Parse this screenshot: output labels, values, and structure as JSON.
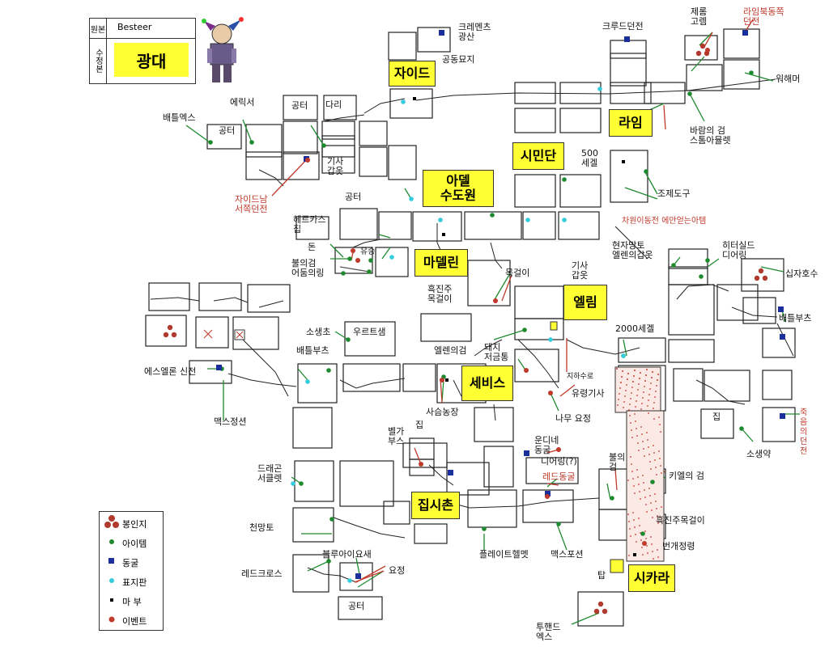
{
  "header": {
    "original_label": "원본",
    "original_value": "Besteer",
    "modified_label": "수정본",
    "modified_value": "광대"
  },
  "towns": [
    {
      "id": "zaid",
      "name": "자이드"
    },
    {
      "id": "line",
      "name": "라임"
    },
    {
      "id": "simindan",
      "name": "시민단"
    },
    {
      "id": "adel",
      "name": "아델\n수도원"
    },
    {
      "id": "madelin",
      "name": "마델린"
    },
    {
      "id": "elim",
      "name": "엘림"
    },
    {
      "id": "sebis",
      "name": "세비스"
    },
    {
      "id": "jipsi",
      "name": "집시촌"
    },
    {
      "id": "sikara",
      "name": "시카라"
    }
  ],
  "labels": [
    {
      "id": "l1",
      "text": "크레멘츠\n광산"
    },
    {
      "id": "l2",
      "text": "공동묘지"
    },
    {
      "id": "l3",
      "text": "크루드던전"
    },
    {
      "id": "l4",
      "text": "제롬\n고렘"
    },
    {
      "id": "l5",
      "text": "라임북동쪽\n던전",
      "red": true
    },
    {
      "id": "l6",
      "text": "워해머"
    },
    {
      "id": "l7",
      "text": "에릭서"
    },
    {
      "id": "l8",
      "text": "공터"
    },
    {
      "id": "l9",
      "text": "다리"
    },
    {
      "id": "l10",
      "text": "배틀엑스"
    },
    {
      "id": "l11",
      "text": "공터"
    },
    {
      "id": "l12",
      "text": "바람의 검\n스톰아뮬렛"
    },
    {
      "id": "l13",
      "text": "500\n세겔"
    },
    {
      "id": "l14",
      "text": "기사\n갑옷"
    },
    {
      "id": "l15",
      "text": "자이드남\n서쪽던전",
      "red": true
    },
    {
      "id": "l16",
      "text": "공터"
    },
    {
      "id": "l17",
      "text": "조제도구"
    },
    {
      "id": "l18",
      "text": "헤르카스\n집"
    },
    {
      "id": "l19",
      "text": "차원이동전 에만얻는아템",
      "red": true
    },
    {
      "id": "l20",
      "text": "돈"
    },
    {
      "id": "l21",
      "text": "유승"
    },
    {
      "id": "l22",
      "text": "불의검\n어둠의링"
    },
    {
      "id": "l23",
      "text": "현자망토\n엘렌의갑옷"
    },
    {
      "id": "l24",
      "text": "히터실드\n디어링"
    },
    {
      "id": "l25",
      "text": "십자호수"
    },
    {
      "id": "l26",
      "text": "흑진주\n목걸이"
    },
    {
      "id": "l27",
      "text": "목걸이"
    },
    {
      "id": "l28",
      "text": "기사\n갑옷"
    },
    {
      "id": "l29",
      "text": "배틀부츠"
    },
    {
      "id": "l30",
      "text": "2000세겔"
    },
    {
      "id": "l31",
      "text": "소생초"
    },
    {
      "id": "l32",
      "text": "우르트샘"
    },
    {
      "id": "l33",
      "text": "엘렌의검"
    },
    {
      "id": "l34",
      "text": "돼지\n저금통"
    },
    {
      "id": "l35",
      "text": "배틀부츠"
    },
    {
      "id": "l36",
      "text": "에스엘론 신전"
    },
    {
      "id": "l37",
      "text": "지하수로"
    },
    {
      "id": "l38",
      "text": "유령기사"
    },
    {
      "id": "l39",
      "text": "사슴농장"
    },
    {
      "id": "l40",
      "text": "나무 요정"
    },
    {
      "id": "l41",
      "text": "집"
    },
    {
      "id": "l42",
      "text": "죽음의던전",
      "red": true
    },
    {
      "id": "l43",
      "text": "맥스정션"
    },
    {
      "id": "l44",
      "text": "집"
    },
    {
      "id": "l45",
      "text": "벨가\n부스"
    },
    {
      "id": "l46",
      "text": "운디네\n동굴"
    },
    {
      "id": "l47",
      "text": "디어링(?)"
    },
    {
      "id": "l48",
      "text": "소생약"
    },
    {
      "id": "l49",
      "text": "드래곤\n서클렛"
    },
    {
      "id": "l50",
      "text": "레드동굴",
      "red": true
    },
    {
      "id": "l51",
      "text": "불의\n검"
    },
    {
      "id": "l52",
      "text": "키엘의 검"
    },
    {
      "id": "l53",
      "text": "천망토"
    },
    {
      "id": "l54",
      "text": "흑진주목걸이"
    },
    {
      "id": "l55",
      "text": "번개정령"
    },
    {
      "id": "l56",
      "text": "플레이트헬멧"
    },
    {
      "id": "l57",
      "text": "맥스포션"
    },
    {
      "id": "l58",
      "text": "블루아이요새"
    },
    {
      "id": "l59",
      "text": "레드크로스"
    },
    {
      "id": "l60",
      "text": "요정"
    },
    {
      "id": "l61",
      "text": "탑"
    },
    {
      "id": "l62",
      "text": "공터"
    },
    {
      "id": "l63",
      "text": "투핸드\n엑스"
    }
  ],
  "legend": [
    {
      "icon": "seal-icon",
      "label": "봉인지"
    },
    {
      "icon": "item-icon",
      "label": "아이템"
    },
    {
      "icon": "cave-icon",
      "label": "동굴"
    },
    {
      "icon": "sign-icon",
      "label": "표지판"
    },
    {
      "icon": "magic-icon",
      "label": "마 부"
    },
    {
      "icon": "event-icon",
      "label": "이벤트"
    }
  ],
  "colors": {
    "town": "#ffff33",
    "item": "#1e8a2e",
    "event": "#c0392b",
    "cave": "#1a2f9c",
    "sign": "#33ccdd",
    "line": "#111111"
  }
}
